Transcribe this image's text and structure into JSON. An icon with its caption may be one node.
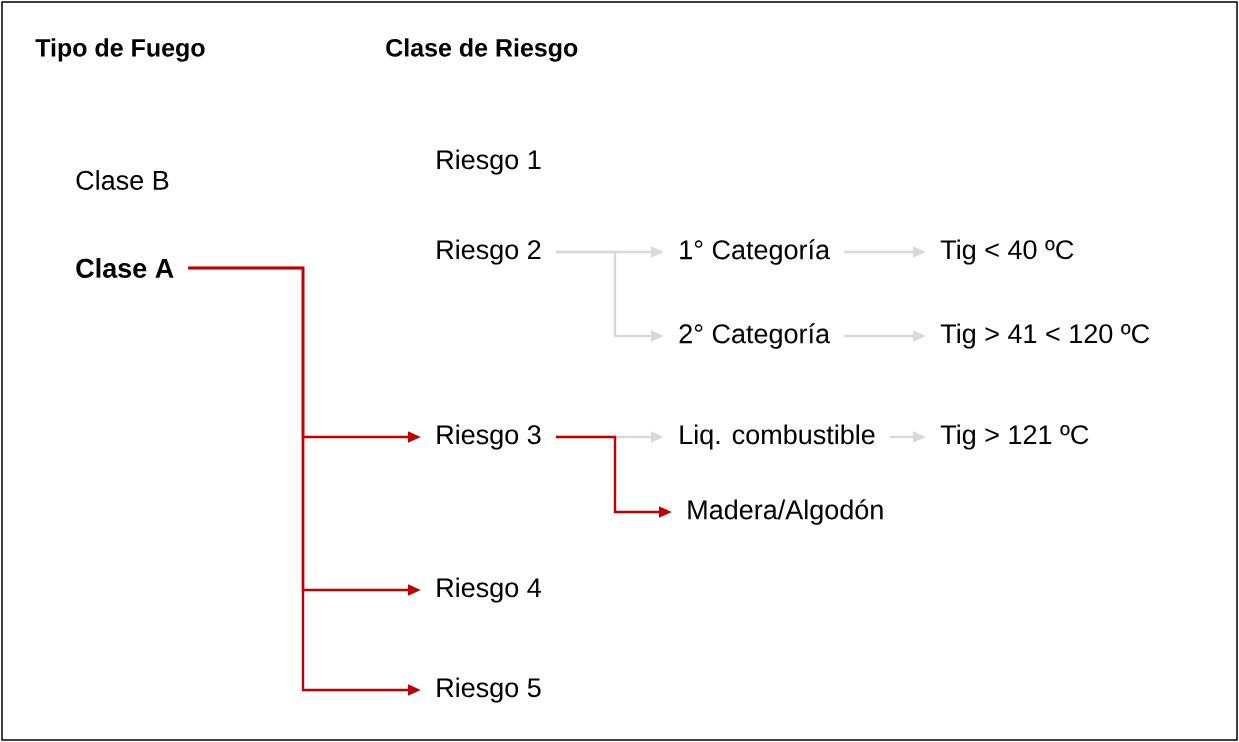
{
  "diagram": {
    "nodes": [
      {
        "text": [
          "Clase B"
        ]
      },
      {
        "text": [
          "Clase A"
        ]
      },
      {
        "text": [
          "Riesgo 1"
        ]
      },
      {
        "text": [
          "Riesgo 2"
        ]
      },
      {
        "text": [
          "1° Categoría"
        ]
      },
      {
        "text": [
          "Tig < 40 ºC"
        ]
      },
      {
        "text": [
          "2° Categoría"
        ]
      },
      {
        "text": [
          "Tig > 41 < 120 ºC"
        ]
      },
      {
        "text": [
          "Riesgo 3"
        ]
      },
      {
        "text": [
          "Liq. combustible"
        ]
      },
      {
        "text": [
          "Tig > 121 ºC"
        ]
      },
      {
        "text": [
          "Madera/Algodón"
        ]
      },
      {
        "text": [
          "Riesgo 4"
        ]
      },
      {
        "text": [
          "Riesgo 5"
        ]
      }
    ],
    "edges": [
      {
        "from": 1,
        "to": 8,
        "arrow": "to",
        "color": "#c00000"
      },
      {
        "from": 1,
        "to": 12,
        "arrow": "to",
        "color": "#c00000"
      },
      {
        "from": 1,
        "to": 13,
        "arrow": "to",
        "color": "#c00000"
      },
      {
        "from": 3,
        "to": 4,
        "arrow": "to"
      },
      {
        "from": 3,
        "to": 6,
        "arrow": "to"
      },
      {
        "from": 4,
        "to": 5,
        "arrow": "to"
      },
      {
        "from": 6,
        "to": 7,
        "arrow": "to"
      },
      {
        "from": 8,
        "to": 9,
        "arrow": "to"
      },
      {
        "from": 8,
        "to": 11,
        "arrow": "to",
        "color": "#c00000"
      },
      {
        "from": 9,
        "to": 10,
        "arrow": "to"
      }
    ],
    "labels": [
      "Tipo de Fuego",
      "Clase de Riesgo"
    ]
  }
}
